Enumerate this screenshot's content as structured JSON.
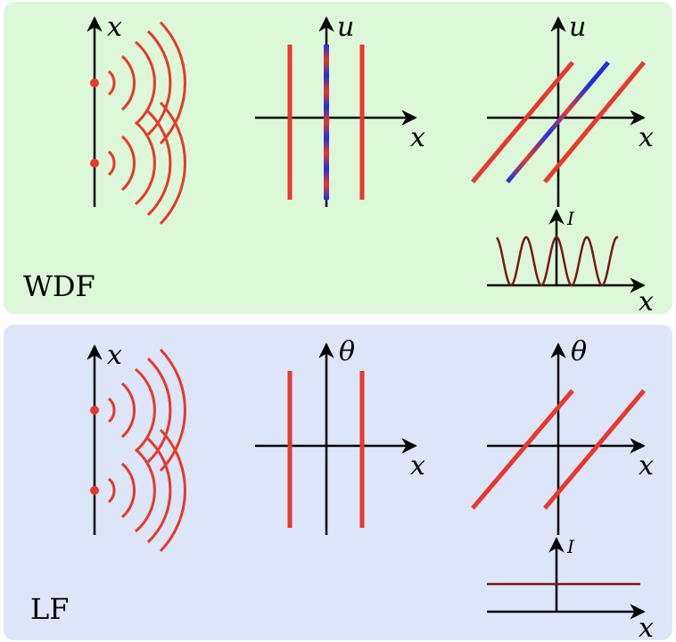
{
  "panels": [
    {
      "id": "wdf",
      "label": "WDF",
      "background": "#dcf8d8",
      "source_axis_label": "x",
      "phase_space_vertical_label": "u",
      "phase_space_horizontal_label": "x",
      "sheared_vertical_label": "u",
      "sheared_horizontal_label": "x",
      "intensity_vertical_label": "I",
      "intensity_horizontal_label": "x",
      "intensity_profile": "fringes"
    },
    {
      "id": "lf",
      "label": "LF",
      "background": "#dde5f8",
      "source_axis_label": "x",
      "phase_space_vertical_label": "θ",
      "phase_space_horizontal_label": "x",
      "sheared_vertical_label": "θ",
      "sheared_horizontal_label": "x",
      "intensity_vertical_label": "I",
      "intensity_horizontal_label": "x",
      "intensity_profile": "flat"
    }
  ],
  "colors": {
    "wave": "#e8382c",
    "source_dot": "#e8382c",
    "interference_term": "#2230e0",
    "intensity_curve": "#7a1a10",
    "axis": "#000000"
  }
}
